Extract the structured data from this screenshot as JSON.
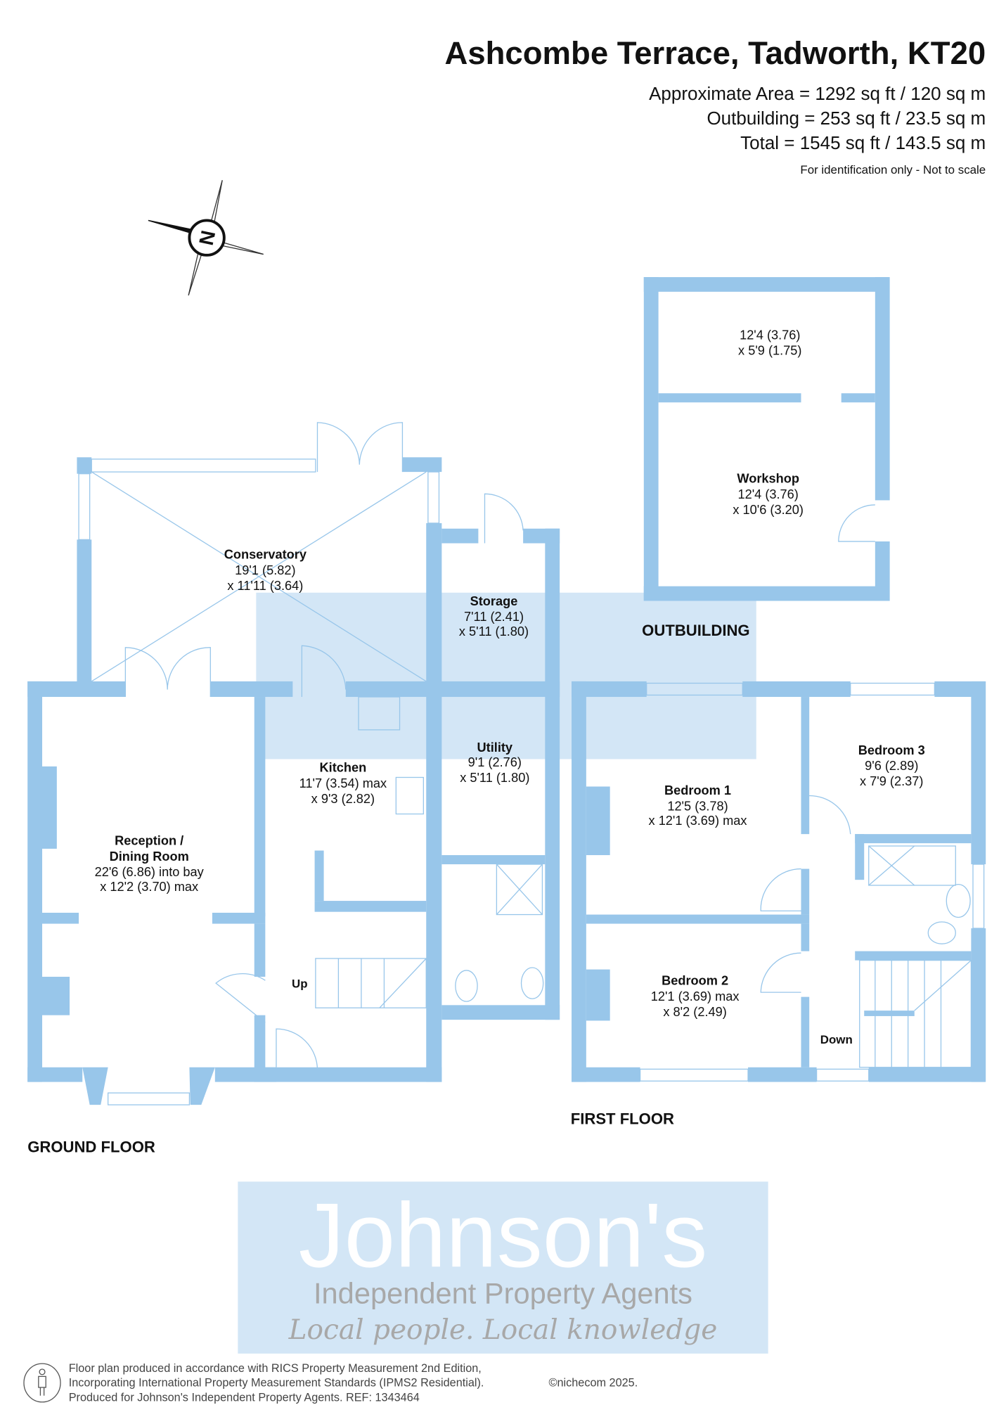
{
  "header": {
    "title": "Ashcombe Terrace, Tadworth, KT20",
    "area_lines": [
      "Approximate Area = 1292 sq ft / 120 sq m",
      "Outbuilding = 253 sq ft / 23.5 sq m",
      "Total = 1545 sq ft / 143.5 sq m"
    ],
    "disclaimer": "For identification only - Not to scale"
  },
  "compass": {
    "label": "N",
    "icon": "north-compass-icon"
  },
  "rooms": {
    "conservatory": {
      "name": "Conservatory",
      "dim1": "19'1 (5.82)",
      "dim2": "x 11'11 (3.64)"
    },
    "storage": {
      "name": "Storage",
      "dim1": "7'11 (2.41)",
      "dim2": "x 5'11 (1.80)"
    },
    "kitchen": {
      "name": "Kitchen",
      "dim1": "11'7 (3.54) max",
      "dim2": "x 9'3 (2.82)"
    },
    "utility": {
      "name": "Utility",
      "dim1": "9'1 (2.76)",
      "dim2": "x 5'11 (1.80)"
    },
    "reception": {
      "name1": "Reception /",
      "name2": "Dining Room",
      "dim1": "22'6 (6.86) into bay",
      "dim2": "x 12'2 (3.70) max"
    },
    "outbuilding_store": {
      "dim1": "12'4 (3.76)",
      "dim2": "x 5'9 (1.75)"
    },
    "workshop": {
      "name": "Workshop",
      "dim1": "12'4 (3.76)",
      "dim2": "x 10'6 (3.20)"
    },
    "bedroom1": {
      "name": "Bedroom 1",
      "dim1": "12'5 (3.78)",
      "dim2": "x 12'1 (3.69) max"
    },
    "bedroom2": {
      "name": "Bedroom 2",
      "dim1": "12'1 (3.69) max",
      "dim2": "x 8'2 (2.49)"
    },
    "bedroom3": {
      "name": "Bedroom 3",
      "dim1": "9'6 (2.89)",
      "dim2": "x 7'9 (2.37)"
    }
  },
  "stairs": {
    "up": "Up",
    "down": "Down"
  },
  "floor_labels": {
    "ground": "GROUND FLOOR",
    "first": "FIRST FLOOR",
    "outbuilding": "OUTBUILDING"
  },
  "watermark": {
    "brand": "Johnson's",
    "tagline": "Independent Property Agents",
    "slogan": "Local people. Local knowledge"
  },
  "footer": {
    "lines": [
      "Floor plan produced in accordance with RICS Property Measurement 2nd Edition,",
      "Incorporating International Property Measurement Standards (IPMS2 Residential).",
      "Produced for Johnson's Independent Property Agents.   REF:  1343464"
    ],
    "copyright": "©nichecom 2025."
  },
  "colors": {
    "wall": "#98c6ea",
    "watermark_band": "#d3e6f6"
  }
}
